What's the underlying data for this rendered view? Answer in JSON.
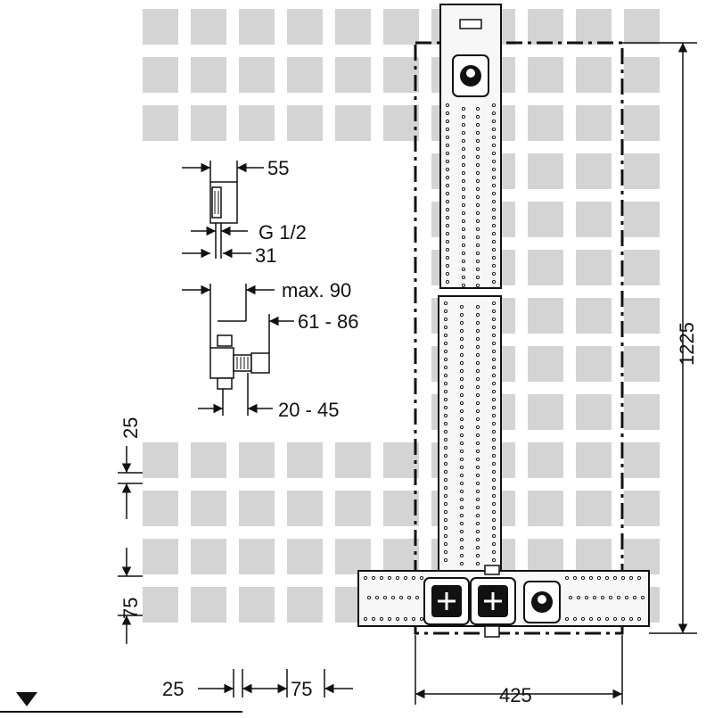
{
  "labels": {
    "d55": "55",
    "g12": "G 1/2",
    "d31": "31",
    "max90": "max. 90",
    "r6186": "61 - 86",
    "r2045": "20 - 45",
    "v25": "25",
    "v75": "75",
    "h25": "25",
    "h75": "75",
    "w425": "425",
    "h1225": "1225"
  },
  "colors": {
    "tile": "#d4d4d4",
    "line": "#111111",
    "rail": "#f7f7f7"
  }
}
